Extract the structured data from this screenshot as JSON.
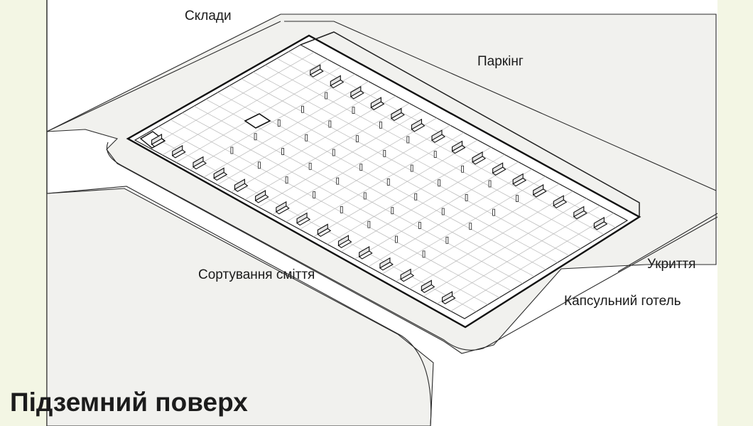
{
  "page": {
    "title": "Підземний поверх"
  },
  "zones": {
    "warehouses": "Склади",
    "parking": "Паркінг",
    "shelter": "Укриття",
    "waste_sorting": "Сортування сміття",
    "capsule_hotel": "Капсульний готель"
  },
  "colors": {
    "page_background": "#ffffff",
    "frame_background": "#f3f6e4",
    "ground": "#f1f1ee",
    "lines": "#222222",
    "grid": "#b8b8b8"
  }
}
